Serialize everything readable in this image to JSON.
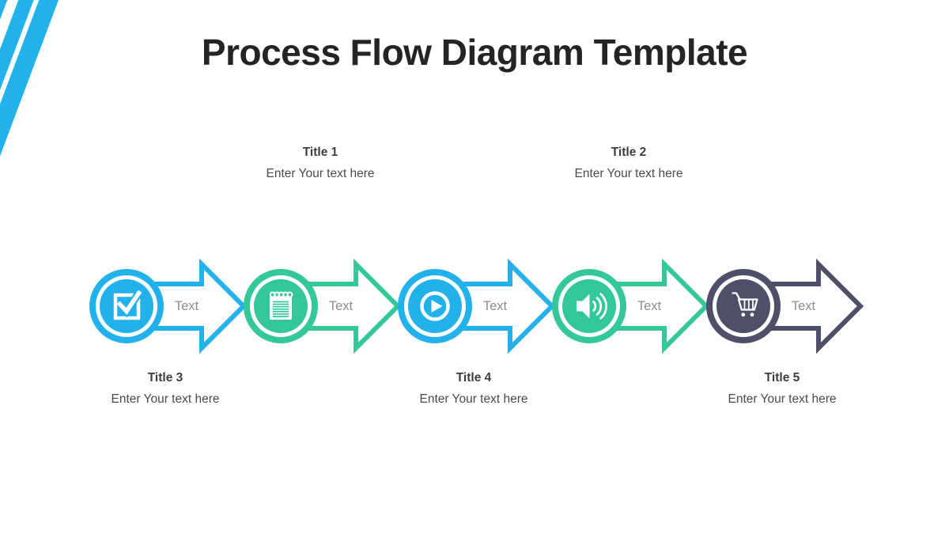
{
  "slide": {
    "title": "Process Flow Diagram Template"
  },
  "colors": {
    "blue": "#23B1EC",
    "green": "#34C79A",
    "dark": "#4E4F68",
    "title_text": "#242424",
    "caption_title": "#3D3D3D",
    "caption_body": "#4A4A4A",
    "arrow_text": "#8C8C8C",
    "icon": "#FFFFFF",
    "background": "#FFFFFF"
  },
  "captions": {
    "top": [
      {
        "title": "Title 1",
        "body": "Enter Your text here"
      },
      {
        "title": "Title 2",
        "body": "Enter Your text here"
      }
    ],
    "bottom": [
      {
        "title": "Title 3",
        "body": "Enter Your text here"
      },
      {
        "title": "Title 4",
        "body": "Enter Your text here"
      },
      {
        "title": "Title 5",
        "body": "Enter Your text here"
      }
    ]
  },
  "steps": [
    {
      "label": "Text",
      "icon": "checkbox-icon",
      "color": "blue"
    },
    {
      "label": "Text",
      "icon": "notepad-icon",
      "color": "green"
    },
    {
      "label": "Text",
      "icon": "play-icon",
      "color": "blue"
    },
    {
      "label": "Text",
      "icon": "speaker-icon",
      "color": "green"
    },
    {
      "label": "Text",
      "icon": "cart-icon",
      "color": "dark"
    }
  ]
}
